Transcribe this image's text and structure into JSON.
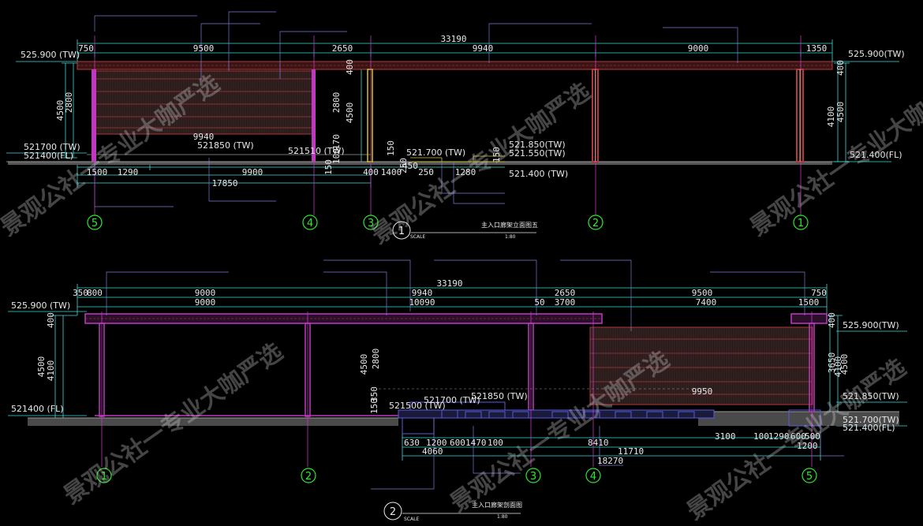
{
  "colors": {
    "background": "#000000",
    "dimension_line": "#3fd9d9",
    "leader": "#7a7ad6",
    "text": "#e8e8e8",
    "grid_circle": "#2ee82e",
    "beam_red": "#b23a3a",
    "column_magenta": "#c038c0",
    "column_yellow": "#d8c020",
    "ground": "#9a9a9a",
    "screen_dark": "#2a1a1a",
    "watermark": "#c8c8c8"
  },
  "top_view": {
    "total_dim": "33190",
    "span_dims": [
      "750",
      "9500",
      "2650",
      "9940",
      "9000",
      "1350"
    ],
    "bottom_dims": [
      "1500",
      "1290",
      "9900",
      "400",
      "1400",
      "450",
      "250",
      "1280",
      "17850"
    ],
    "screen_width_dim": "9940",
    "left_vertical_dims": [
      "4500",
      "2800"
    ],
    "mid_vertical_dims": [
      "400",
      "2800",
      "4500"
    ],
    "right_vertical_dims": [
      "400",
      "4100",
      "4500"
    ],
    "small_vertical_dims": [
      "150",
      "100",
      "150",
      "170",
      "150",
      "250"
    ],
    "levels": {
      "tw_left": "525.900 (TW)",
      "tw_right": "525.900(TW)",
      "l_521700": "521700 (TW)",
      "l_521400": "521400(FL)",
      "l_521850": "521850 (TW)",
      "l_521510": "521510 (TW)",
      "l_521700b": "521.700 (TW)",
      "l_521850b": "521.850(TW)",
      "l_521550": "521.550(TW)",
      "l_521400b": "521.400 (TW)",
      "l_fl": "521.400(FL)"
    },
    "grid_labels": [
      "5",
      "4",
      "3",
      "2",
      "1"
    ],
    "title": "主入口廊架立面图五",
    "scale_num": "1",
    "scale_word": "SCALE",
    "scale_ratio": "1:80"
  },
  "bottom_view": {
    "total_dim": "33190",
    "span_dims_a": [
      "350",
      "800",
      "9000",
      "9940",
      "2650",
      "9500",
      "750"
    ],
    "span_dims_b": [
      "9000",
      "10090",
      "50",
      "3700",
      "7400",
      "1500"
    ],
    "left_vertical_dims": [
      "400",
      "4500",
      "4100"
    ],
    "mid_vertical_dims": [
      "4500",
      "2800",
      "150",
      "350"
    ],
    "right_vertical_dims": [
      "400",
      "3650",
      "4100",
      "4500"
    ],
    "screen_width_dim": "9950",
    "bottom_dims_a": [
      "630",
      "1200",
      "600",
      "1470",
      "100",
      "8410",
      "3100",
      "100",
      "1290",
      "600",
      "500"
    ],
    "bottom_dims_b": [
      "4060",
      "11710",
      "1200"
    ],
    "bottom_dims_c": [
      "18270"
    ],
    "levels": {
      "tw_left": "525.900 (TW)",
      "tw_right": "525.900(TW)",
      "fl_left": "521400 (FL)",
      "l_521500": "521500 (TW)",
      "l_521700": "521700 (TW)",
      "l_521850": "521850 (TW)",
      "l_521850r": "521.850(TW)",
      "l_521700r": "521.700(TW)",
      "fl_right": "521.400(FL)"
    },
    "grid_labels": [
      "1",
      "2",
      "3",
      "4",
      "5"
    ],
    "title": "主入口廊架剖面图",
    "scale_num": "2",
    "scale_word": "SCALE",
    "scale_ratio": "1:80"
  },
  "watermark": "景观公社一专业大咖严选"
}
